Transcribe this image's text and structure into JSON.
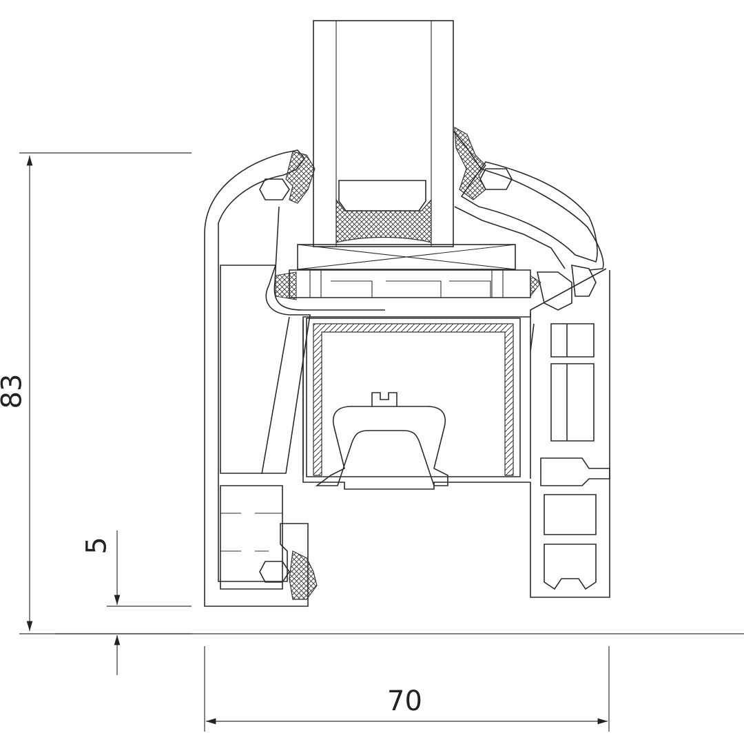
{
  "drawing": {
    "dimensions": {
      "height_label": "83",
      "offset_label": "5",
      "width_label": "70"
    },
    "colors": {
      "line": "#2a2a2a",
      "background": "#ffffff"
    }
  }
}
